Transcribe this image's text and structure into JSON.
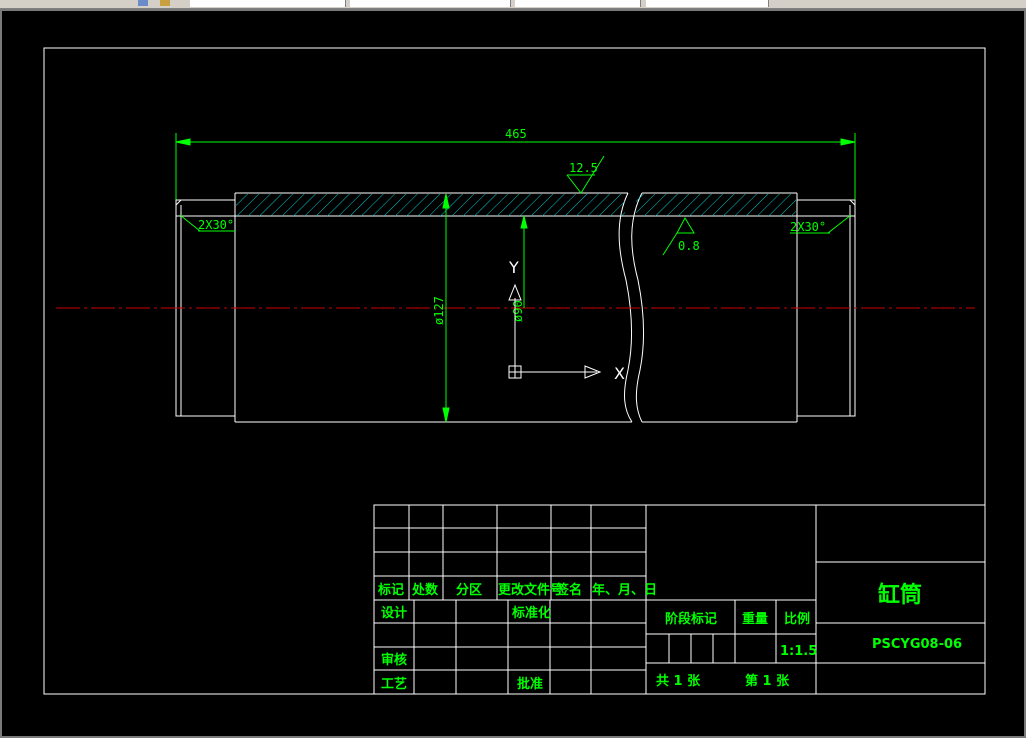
{
  "drawing": {
    "dimensions": {
      "overall_length": "465",
      "diameter": "ø127",
      "bore": "ø90",
      "roughness_top": "12.5",
      "roughness_inner": "0.8",
      "chamfer_left": "2X30°",
      "chamfer_right": "2X30°"
    },
    "ucs": {
      "y_label": "Y",
      "x_label": "X"
    }
  },
  "title_block": {
    "headers": {
      "mark": "标记",
      "count": "处数",
      "zone": "分区",
      "change_doc": "更改文件号",
      "signature": "签名",
      "date": "年、月、日"
    },
    "rows": {
      "design": "设计",
      "standardize": "标准化",
      "review": "审核",
      "process": "工艺",
      "approve": "批准"
    },
    "stage_mark": "阶段标记",
    "weight": "重量",
    "scale_label": "比例",
    "scale_value": "1:1.5",
    "total_sheets": "共 1 张",
    "sheet_no": "第 1 张",
    "part_name": "缸筒",
    "drawing_no": "PSCYG08-06"
  },
  "colors": {
    "background": "#000000",
    "outline": "#ffffff",
    "dimension": "#00ff00",
    "hatch": "#00c8c8",
    "centerline": "#cc0000",
    "text": "#00ff00"
  }
}
